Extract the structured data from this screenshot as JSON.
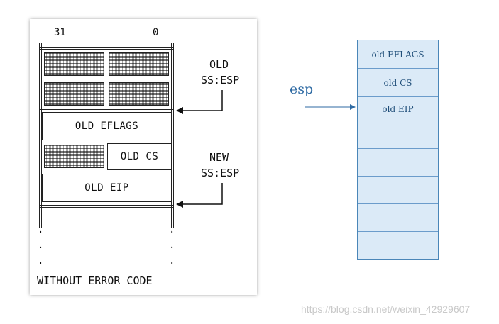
{
  "left_diagram": {
    "bit_high": "31",
    "bit_low": "0",
    "old_ss_esp_line1": "OLD",
    "old_ss_esp_line2": "SS:ESP",
    "new_ss_esp_line1": "NEW",
    "new_ss_esp_line2": "SS:ESP",
    "eflags_label": "OLD EFLAGS",
    "cs_label": "OLD CS",
    "eip_label": "OLD EIP",
    "dot": ".",
    "caption": "WITHOUT ERROR CODE"
  },
  "right_stack": {
    "pointer_label": "esp",
    "rows": [
      "old EFLAGS",
      "old CS",
      "old EIP",
      "",
      "",
      "",
      "",
      ""
    ]
  },
  "watermark": "https://blog.csdn.net/weixin_42929607",
  "colors": {
    "stack_fill": "#dbeaf7",
    "stack_border": "#4a86b8",
    "stack_text": "#1f4e79",
    "arrow": "#2e6aa3"
  }
}
